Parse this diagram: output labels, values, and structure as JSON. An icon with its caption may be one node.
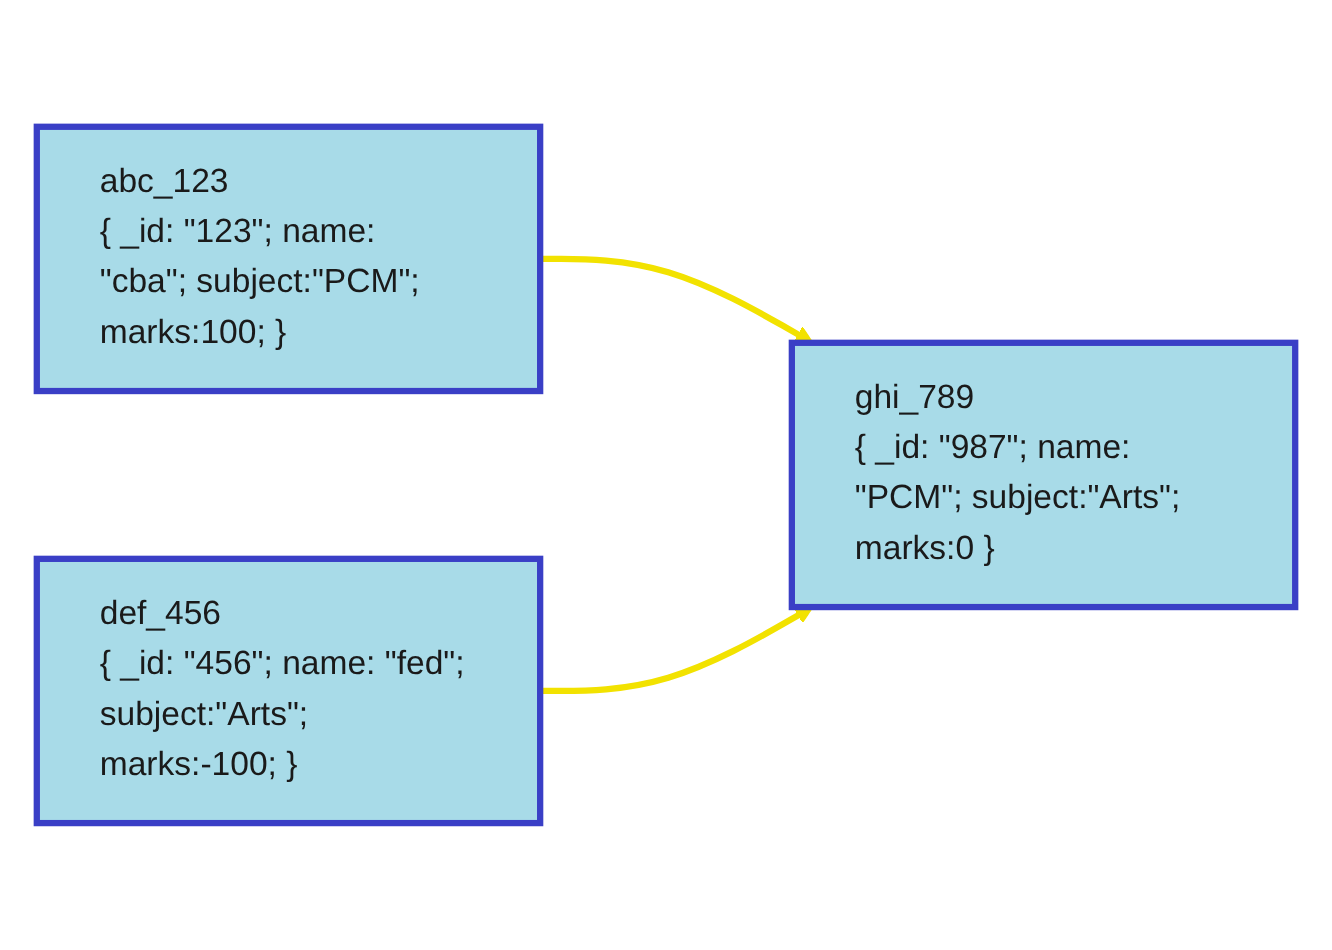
{
  "diagram": {
    "nodes": [
      {
        "text": [
          "abc_123",
          "{ _id: \"123\"; name: \"cba\"; subject:\"PCM\"; marks:100; }"
        ]
      },
      {
        "text": [
          "def_456",
          "{ _id: \"456\"; name: \"fed\"; subject:\"Arts\"; marks:-100; }"
        ]
      },
      {
        "text": [
          "ghi_789",
          "{ _id: \"987\"; name: \"PCM\"; subject:\"Arts\"; marks:0 }"
        ]
      }
    ],
    "edges": [
      {
        "from": 0,
        "to": 2,
        "arrow": "to"
      },
      {
        "from": 1,
        "to": 2,
        "arrow": "to"
      }
    ]
  }
}
